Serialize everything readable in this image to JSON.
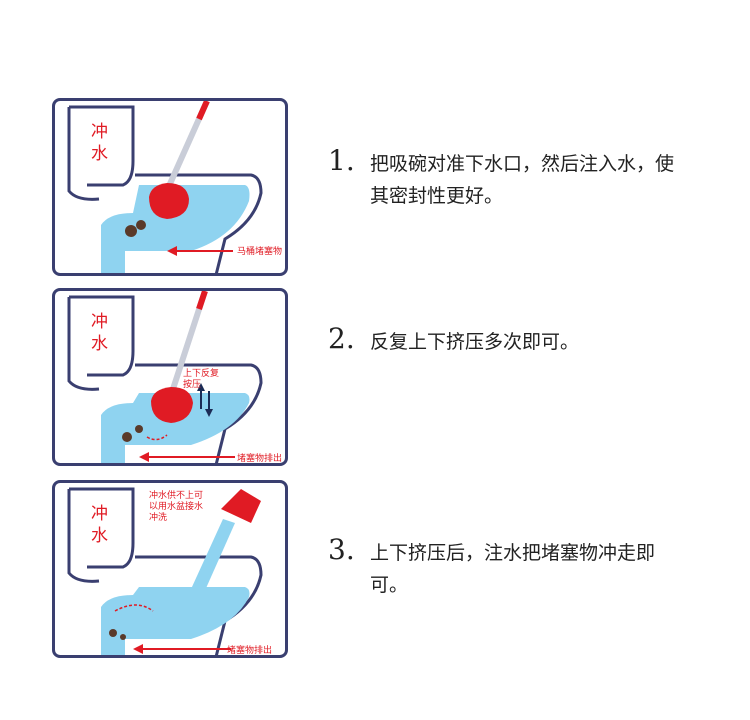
{
  "colors": {
    "outline": "#3a3f70",
    "water": "#8fd3f0",
    "plunger": "#e01b24",
    "label": "#e01b24"
  },
  "panels": [
    {
      "flush_label": "冲水",
      "annotation": "马桶堵塞物"
    },
    {
      "flush_label": "冲水",
      "callout": "上下反复按压",
      "annotation": "堵塞物排出"
    },
    {
      "flush_label": "冲水",
      "callout": "冲水供不上可以用水盆接水冲洗",
      "annotation": "堵塞物排出"
    }
  ],
  "steps": [
    {
      "number": "1.",
      "text": "把吸碗对准下水口，然后注入水，使其密封性更好。"
    },
    {
      "number": "2.",
      "text": "反复上下挤压多次即可。"
    },
    {
      "number": "3.",
      "text": "上下挤压后，注水把堵塞物冲走即可。"
    }
  ]
}
